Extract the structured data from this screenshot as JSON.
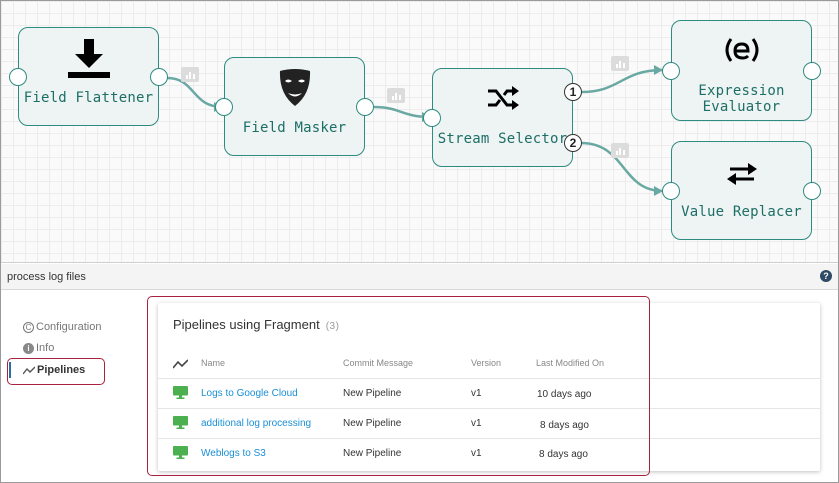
{
  "canvas": {
    "nodes": {
      "field_flattener": {
        "label": "Field Flattener",
        "icon": "download-icon"
      },
      "field_masker": {
        "label": "Field Masker",
        "icon": "mask-icon"
      },
      "stream_selector": {
        "label": "Stream Selector",
        "icon": "shuffle-icon",
        "output_ports": [
          "1",
          "2"
        ]
      },
      "expression_evaluator": {
        "label_line1": "Expression",
        "label_line2": "Evaluator",
        "icon": "expression-icon"
      },
      "value_replacer": {
        "label": "Value Replacer",
        "icon": "swap-arrows-icon"
      }
    },
    "accent_color": "#2e8b80"
  },
  "panel": {
    "title": "process log files",
    "help_icon": "?"
  },
  "sidenav": {
    "items": [
      {
        "label": "Configuration",
        "icon": "copyright-circle-icon"
      },
      {
        "label": "Info",
        "icon": "info-icon"
      },
      {
        "label": "Pipelines",
        "icon": "trend-line-icon",
        "active": true
      }
    ]
  },
  "pipelines_card": {
    "title": "Pipelines using Fragment",
    "count": "(3)",
    "columns": {
      "name": "Name",
      "commit": "Commit Message",
      "version": "Version",
      "modified": "Last Modified On"
    },
    "rows": [
      {
        "name": "Logs to Google Cloud",
        "commit": "New Pipeline",
        "version": "v1",
        "modified": "10 days ago"
      },
      {
        "name": "additional log processing",
        "commit": "New Pipeline",
        "version": "v1",
        "modified": "8 days ago"
      },
      {
        "name": "Weblogs to S3",
        "commit": "New Pipeline",
        "version": "v1",
        "modified": "8 days ago"
      }
    ],
    "link_color": "#1a8fd6",
    "highlight_color": "#a8223f"
  }
}
